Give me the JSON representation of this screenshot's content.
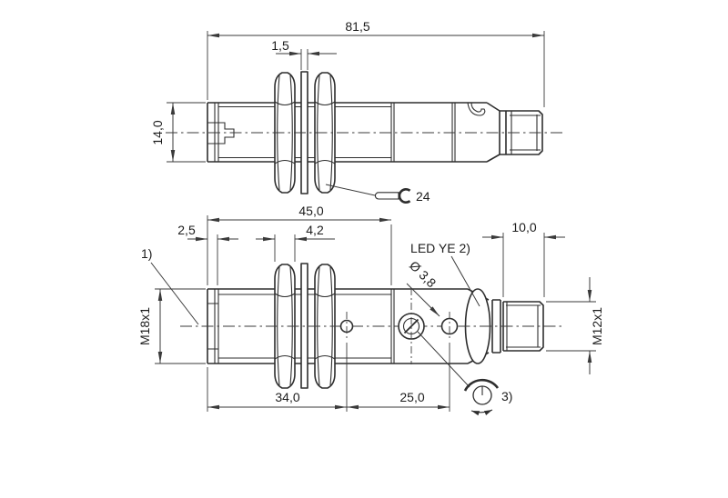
{
  "drawing": {
    "type": "technical-dimension-drawing",
    "subject": "cylindrical inductive sensor, two projection views",
    "colors": {
      "background": "#ffffff",
      "line": "#2e2e2e",
      "dimension": "#3a3a3a",
      "text": "#1c1c1c"
    },
    "side_view": {
      "dim_overall_length": "81,5",
      "dim_washer_thickness": "1,5",
      "dim_body_height": "14,0",
      "wrench_size": "24"
    },
    "front_view": {
      "dim_thread_length": "45,0",
      "dim_tip_length": "2,5",
      "dim_nut_thickness": "4,2",
      "dim_connector_length": "10,0",
      "dim_hole_offset": "34,0",
      "dim_led_offset": "25,0",
      "label_led": "LED YE 2)",
      "label_led_diameter": "Ø 3,8",
      "label_thread": "M18x1",
      "label_connector_thread": "M12x1",
      "note_1": "1)",
      "note_3": "3)"
    }
  }
}
